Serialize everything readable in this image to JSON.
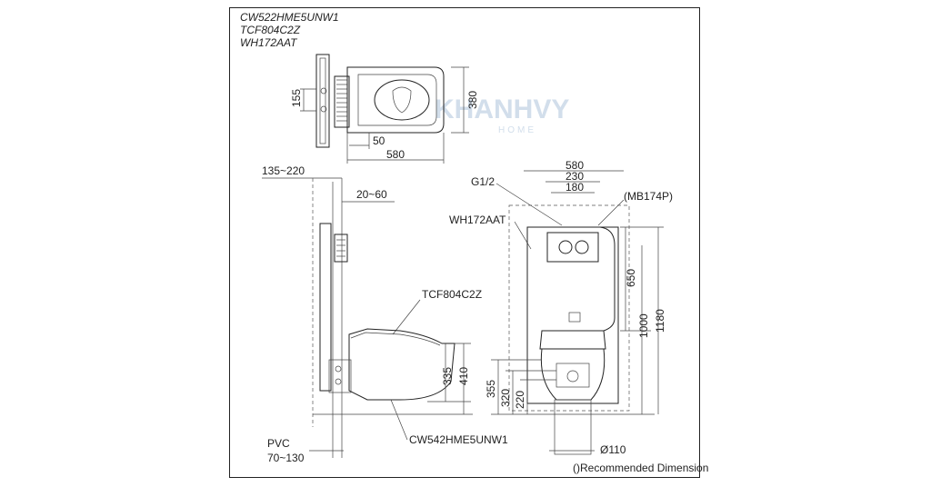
{
  "models": [
    "CW522HME5UNW1",
    "TCF804C2Z",
    "WH172AAT"
  ],
  "top_view": {
    "dim_height": "155",
    "dim_depth": "380",
    "dim_offset": "50",
    "dim_length": "580"
  },
  "side_view": {
    "dim_wall_range": "135~220",
    "dim_gap": "20~60",
    "label_seat": "TCF804C2Z",
    "dim_bowl_top": "335",
    "dim_bowl_total": "410",
    "label_pvc": "PVC",
    "dim_pvc": "70~130",
    "label_bowl": "CW542HME5UNW1"
  },
  "front_view": {
    "dim_width": "580",
    "dim_inner": "230",
    "dim_center": "180",
    "label_g12": "G1/2",
    "label_mb": "(MB174P)",
    "label_frame": "WH172AAT",
    "dim_650": "650",
    "dim_1000": "1000",
    "dim_1180": "1180",
    "dim_355": "355",
    "dim_320": "320",
    "dim_220": "220",
    "dim_pipe": "Ø110"
  },
  "note": "()Recommended Dimension",
  "watermark": {
    "brand": "KHANHVY",
    "sub": "HOME"
  }
}
